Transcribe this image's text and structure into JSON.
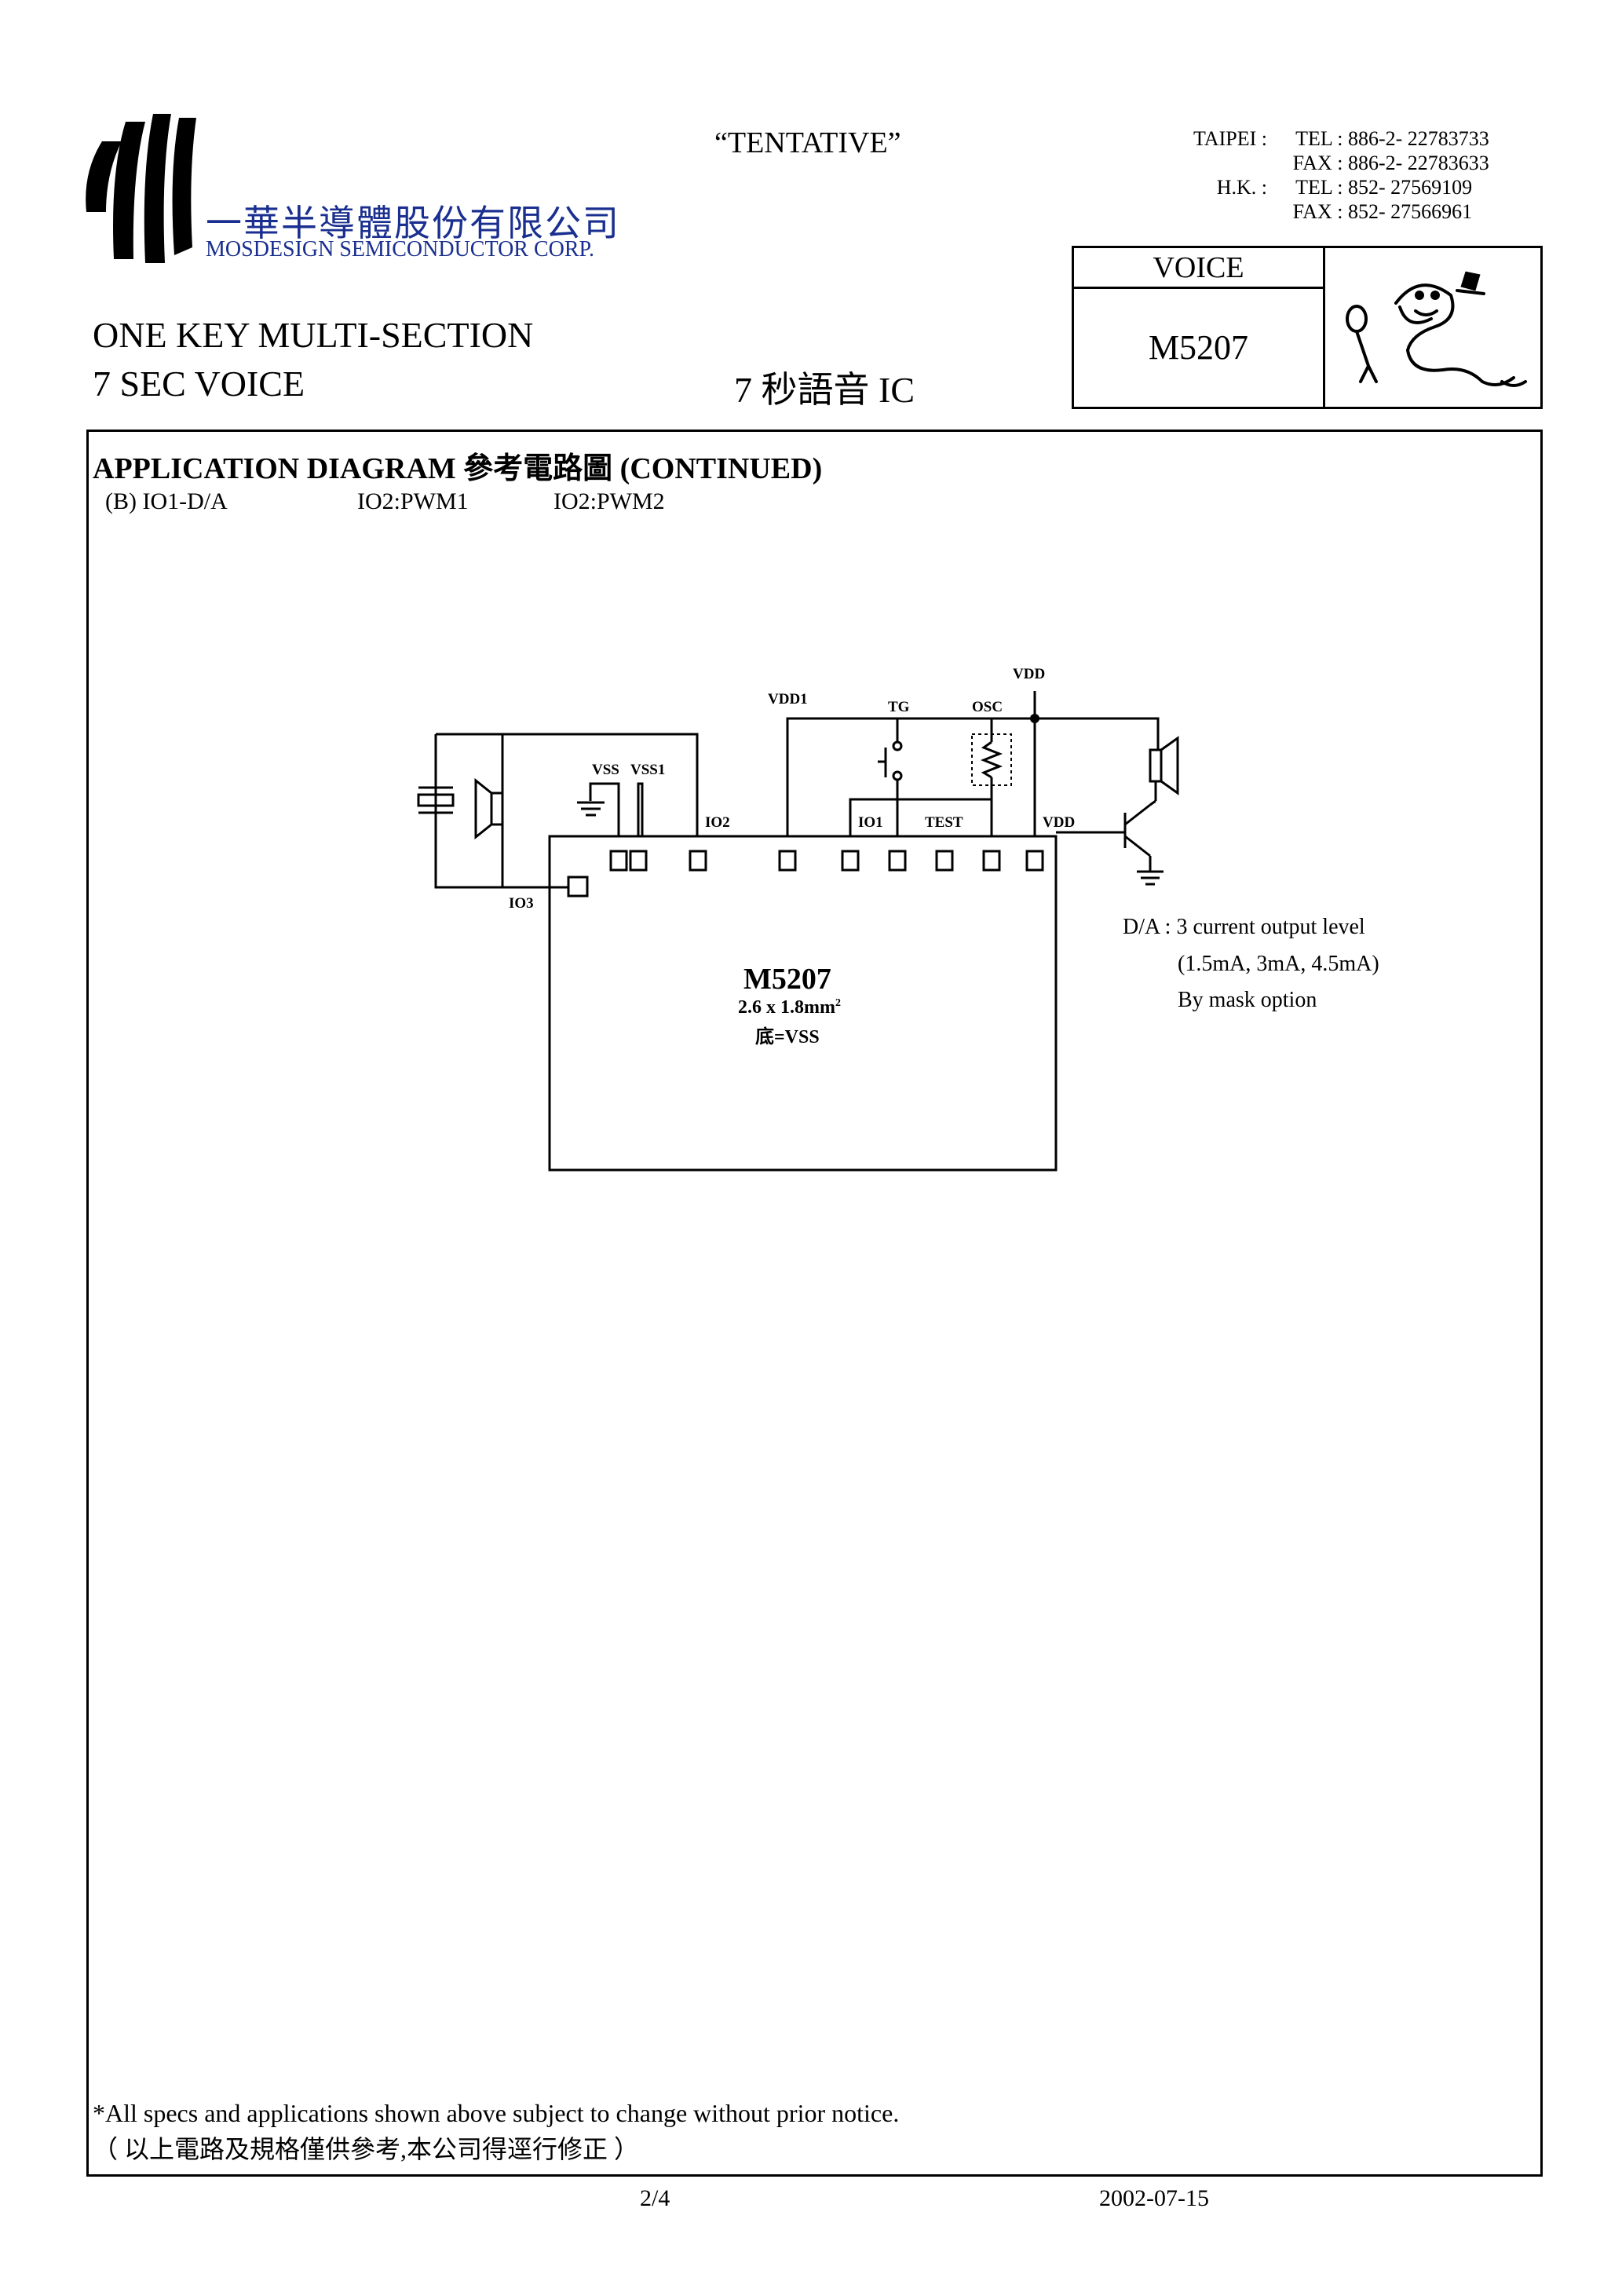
{
  "header": {
    "company_cn": "一華半導體股份有限公司",
    "company_en": "MOSDESIGN SEMICONDUCTOR CORP.",
    "tentative": "“TENTATIVE”",
    "contacts": [
      {
        "region": "TAIPEI :",
        "type": "TEL :",
        "number": "886-2- 22783733"
      },
      {
        "region": "",
        "type": "FAX :",
        "number": "886-2- 22783633"
      },
      {
        "region": "H.K.    :",
        "type": "TEL :",
        "number": "852-    27569109"
      },
      {
        "region": "",
        "type": "FAX :",
        "number": "852-    27566961"
      }
    ]
  },
  "product": {
    "category": "VOICE",
    "part_no": "M5207",
    "title_line1": "ONE KEY MULTI-SECTION",
    "title_line2": "7 SEC VOICE",
    "title_cn": "7 秒語音 IC"
  },
  "diagram": {
    "heading": "APPLICATION DIAGRAM  參考電路圖  (CONTINUED)",
    "subtitle_b": "(B) IO1-D/A",
    "subtitle_pwm1": "IO2:PWM1",
    "subtitle_pwm2": "IO2:PWM2",
    "labels": {
      "vdd_top": "VDD",
      "vdd1": "VDD1",
      "tg": "TG",
      "osc": "OSC",
      "vss": "VSS",
      "vss1": "VSS1",
      "io2": "IO2",
      "io1": "IO1",
      "test": "TEST",
      "vdd_pin": "VDD",
      "io3": "IO3"
    },
    "chip_name": "M5207",
    "chip_size": "2.6 x 1.8mm",
    "chip_size_sup": "2",
    "chip_substrate": "底=VSS",
    "notes": [
      "D/A : 3 current output level",
      "(1.5mA, 3mA, 4.5mA)",
      "By mask option"
    ]
  },
  "footer": {
    "disclaimer_en": "*All specs and applications shown above subject to change without prior notice.",
    "disclaimer_cn": "（ 以上電路及規格僅供參考,本公司得逕行修正 ）",
    "page": "2/4",
    "date": "2002-07-15"
  },
  "colors": {
    "brand_blue": "#1a2f8f",
    "ink": "#000000"
  }
}
